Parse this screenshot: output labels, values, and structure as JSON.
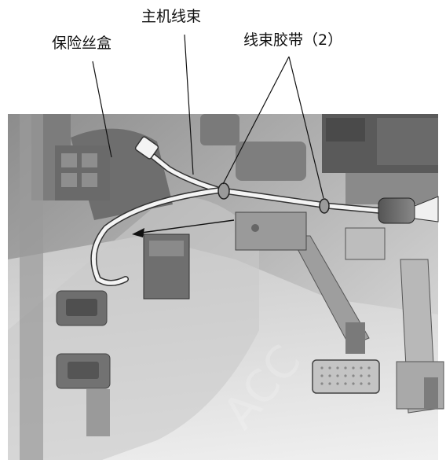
{
  "callouts": {
    "fuse_box": "保险丝盒",
    "main_harness": "主机线束",
    "harness_ties": "线束胶带（2）"
  }
}
